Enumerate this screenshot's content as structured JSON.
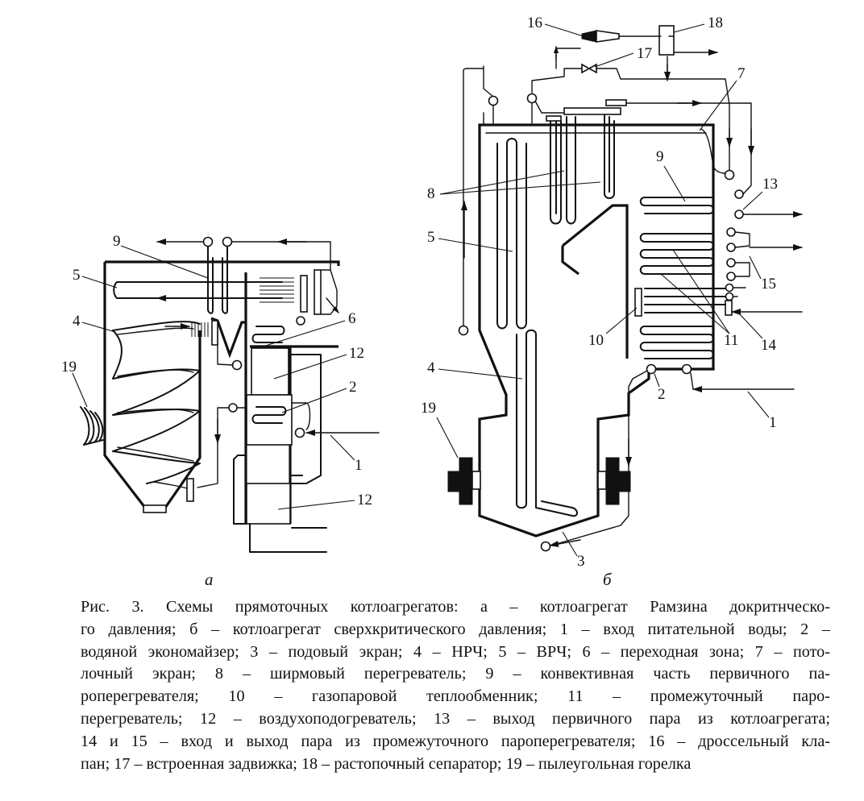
{
  "figure": {
    "subfigure_a_label": "а",
    "subfigure_b_label": "б",
    "diagram_a_numbers": [
      "9",
      "5",
      "4",
      "19",
      "6",
      "12",
      "2",
      "1",
      "12"
    ],
    "diagram_b_numbers": [
      "16",
      "18",
      "17",
      "7",
      "8",
      "9",
      "13",
      "5",
      "15",
      "14",
      "10",
      "11",
      "4",
      "19",
      "2",
      "1",
      "3"
    ]
  },
  "caption": {
    "lines": [
      "Рис. 3. Схемы прямоточных котлоагрегатов: а – котлоагрегат Рамзина докритнческо-",
      "го давления; б – котлоагрегат сверхкритического давления; 1 – вход питательной воды; 2 –",
      "водяной экономайзер; 3 – подовый экран; 4 – НРЧ; 5 – ВРЧ; 6 – переходная зона; 7 – пото-",
      "лочный экран; 8 – ширмовый перегреватель; 9 – конвективная часть первичного па-",
      "роперегревателя; 10 – газопаровой теплообменник; 11 – промежуточный паро-",
      "перегреватель; 12 – воздухоподогреватель; 13 – выход первичного пара из котлоагрегата;",
      "14 и 15 – вход и выход пара из промежуточного пароперегревателя; 16 – дроссельный кла-",
      "пан; 17 – встроенная задвижка; 18 – растопочный сепаратор; 19 – пылеугольная горелка"
    ]
  }
}
